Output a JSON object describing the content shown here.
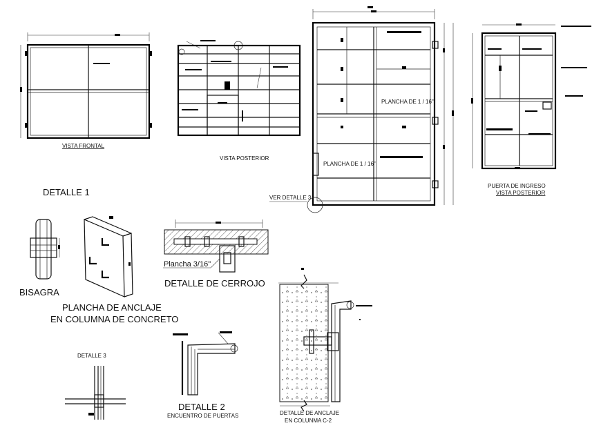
{
  "labels": {
    "vista_frontal": "VISTA FRONTAL",
    "vista_posterior": "VISTA POSTERIOR",
    "plancha_1": "PLANCHA DE 1 / 16\"",
    "plancha_2": "PLANCHA DE 1 / 16\"",
    "ver_detalle_3": "VER DETALLE  3",
    "puerta_ingreso": "PUERTA DE INGRESO",
    "puerta_ingreso_sub": "VISTA POSTERIOR",
    "detalle_1": "DETALLE  1",
    "bisagra": "BISAGRA",
    "plancha_anclaje_1": "PLANCHA DE ANCLAJE",
    "plancha_anclaje_2": "EN COLUMNA DE CONCRETO",
    "plancha_316": "Plancha 3/16\"",
    "detalle_cerrojo": "DETALLE DE CERROJO",
    "detalle_3": "DETALLE  3",
    "detalle_2": "DETALLE  2",
    "encuentro": "ENCUENTRO DE PUERTAS",
    "detalle_anclaje_1": "DETALLE DE ANCLAJE",
    "detalle_anclaje_2": "EN COLUNMA C-2"
  }
}
